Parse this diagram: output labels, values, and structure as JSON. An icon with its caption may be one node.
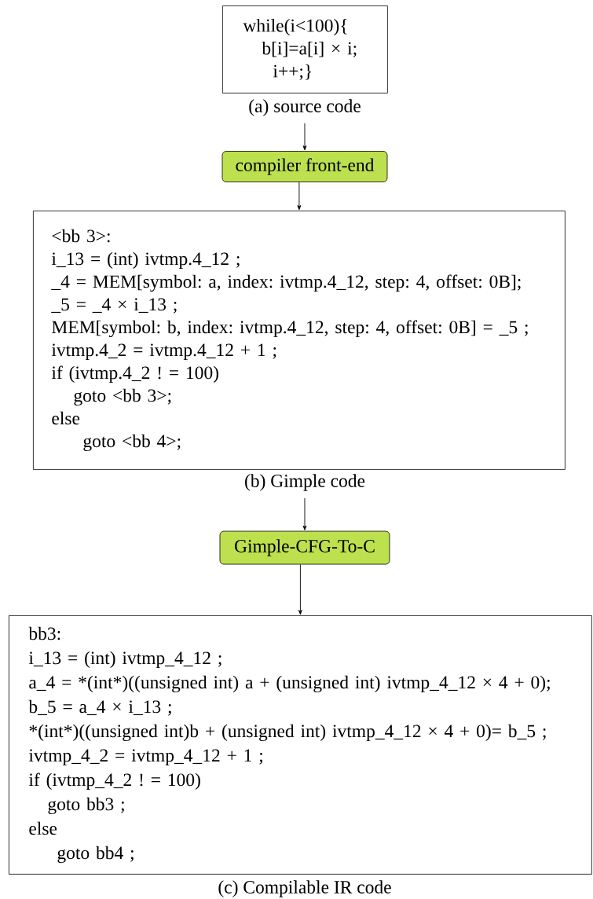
{
  "diagram": {
    "nodes": [
      {
        "text": [
          "while(i<100){",
          "b[i]=a[i] × i;",
          "i++;}"
        ],
        "beside": [
          "(a) source code"
        ]
      },
      {
        "text": [
          "compiler front-end"
        ]
      },
      {
        "text": [
          "<bb 3>:",
          "i_13 = (int) ivtmp.4_12 ;",
          "_4 = MEM[symbol: a, index: ivtmp.4_12, step: 4, offset: 0B];",
          "_5 = _4 × i_13 ;",
          "MEM[symbol: b, index: ivtmp.4_12, step: 4, offset: 0B] = _5 ;",
          "ivtmp.4_2 = ivtmp.4_12 + 1 ;",
          "if (ivtmp.4_2 ! = 100)",
          "goto <bb 3>;",
          "else",
          "goto <bb 4>;"
        ],
        "beside": [
          "(b) Gimple code"
        ]
      },
      {
        "text": [
          "Gimple-CFG-To-C"
        ]
      },
      {
        "text": [
          "bb3:",
          "i_13 = (int) ivtmp_4_12 ;",
          "a_4 = *(int*)((unsigned int) a + (unsigned int) ivtmp_4_12 × 4 + 0);",
          "b_5 = a_4 × i_13 ;",
          "*(int*)((unsigned int)b + (unsigned int) ivtmp_4_12 × 4 + 0)= b_5 ;",
          "ivtmp_4_2 = ivtmp_4_12 + 1 ;",
          "if (ivtmp_4_2 ! = 100)",
          "goto bb3 ;",
          "else",
          "goto bb4 ;"
        ],
        "beside": [
          "(c) Compilable IR code"
        ]
      }
    ],
    "edges": [
      {
        "from": 0,
        "to": 1,
        "arrow": "to"
      },
      {
        "from": 1,
        "to": 2,
        "arrow": "to"
      },
      {
        "from": 2,
        "to": 3,
        "arrow": "to"
      },
      {
        "from": 3,
        "to": 4,
        "arrow": "to"
      }
    ]
  }
}
